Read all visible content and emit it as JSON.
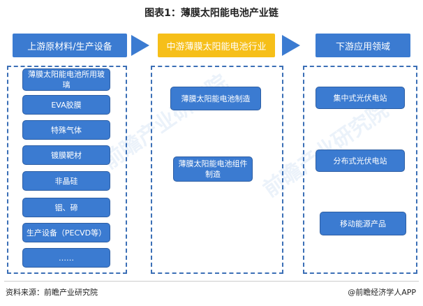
{
  "title": "图表1：薄膜太阳能电池产业链",
  "columns": [
    {
      "header": "上游原材料/生产设备",
      "items": [
        "薄膜太阳能电池所用玻璃",
        "EVA胶膜",
        "特殊气体",
        "镀膜靶材",
        "非晶硅",
        "铟、碲",
        "生产设备（PECVD等）",
        "……"
      ]
    },
    {
      "header": "中游薄膜太阳能电池行业",
      "items": [
        "薄膜太阳能电池制造",
        "薄膜太阳能电池组件制造"
      ]
    },
    {
      "header": "下游应用领域",
      "items": [
        "集中式光伏电站",
        "分布式光伏电站",
        "移动能源产品"
      ]
    }
  ],
  "footer": {
    "source": "资料来源：前瞻产业研究院",
    "brand": "@前瞻经济学人APP"
  },
  "colors": {
    "primary": "#3b7bd1",
    "highlight": "#f6bf19",
    "dash": "#3b6fb6"
  }
}
